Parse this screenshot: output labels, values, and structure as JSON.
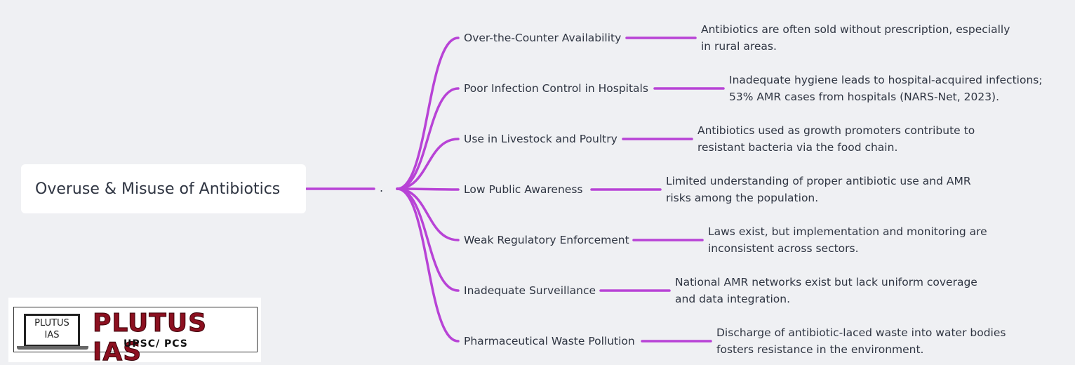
{
  "root": {
    "title": "Overuse & Misuse of Antibiotics"
  },
  "center_label": ".",
  "branches": [
    {
      "label": "Over-the-Counter Availability",
      "description": "Antibiotics are often sold without prescription, especially\nin rural areas."
    },
    {
      "label": "Poor Infection Control in Hospitals",
      "description": "Inadequate hygiene leads to hospital-acquired infections;\n53% AMR cases from hospitals (NARS-Net, 2023)."
    },
    {
      "label": "Use in Livestock and Poultry",
      "description": "Antibiotics used as growth promoters contribute to\nresistant bacteria via the food chain."
    },
    {
      "label": "Low Public Awareness",
      "description": "Limited understanding of proper antibiotic use and AMR\nrisks among the population."
    },
    {
      "label": "Weak Regulatory Enforcement",
      "description": "Laws exist, but implementation and monitoring are\ninconsistent across sectors."
    },
    {
      "label": "Inadequate Surveillance",
      "description": "National AMR networks exist but lack uniform coverage\nand data integration."
    },
    {
      "label": "Pharmaceutical Waste Pollution",
      "description": "Discharge of antibiotic-laced waste into water bodies\nfosters resistance in the environment."
    }
  ],
  "logo": {
    "laptop_text": "PLUTUS\nIAS",
    "title": "PLUTUS IAS",
    "subtitle": "UPSC/ PCS"
  },
  "colors": {
    "connector": "#b843d6",
    "background": "#eff0f3",
    "text": "#2f3542",
    "brand": "#8c1020"
  }
}
